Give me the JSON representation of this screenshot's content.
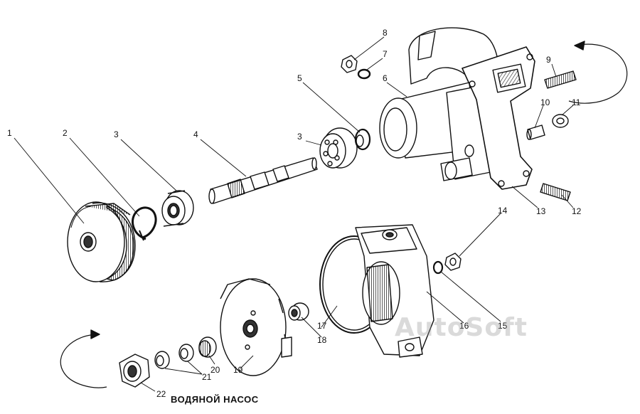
{
  "caption": "ВОДЯНОЙ НАСОС",
  "watermark": "AutoSoft",
  "callouts": {
    "c1": "1",
    "c2": "2",
    "c3a": "3",
    "c3b": "3",
    "c4": "4",
    "c5": "5",
    "c6": "6",
    "c7": "7",
    "c8": "8",
    "c9": "9",
    "c10": "10",
    "c11": "11",
    "c12": "12",
    "c13": "13",
    "c14": "14",
    "c15": "15",
    "c16": "16",
    "c17": "17",
    "c18": "18",
    "c19": "19",
    "c20": "20",
    "c21": "21",
    "c22": "22"
  }
}
